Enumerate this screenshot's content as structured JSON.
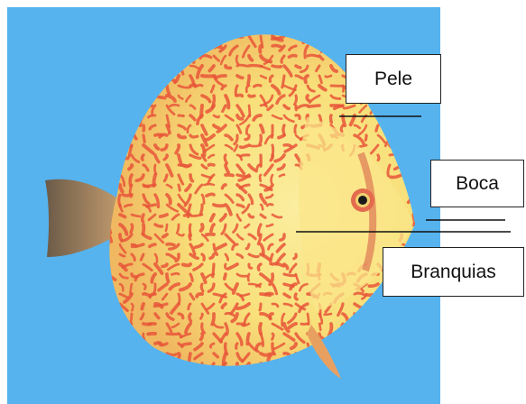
{
  "figure": {
    "background_color": "#56b3ee",
    "fish_body_color": "#f8e07a",
    "fish_pattern_color": "#e8563a",
    "labels": [
      {
        "id": "pele",
        "text": "Pele"
      },
      {
        "id": "boca",
        "text": "Boca"
      },
      {
        "id": "branquias",
        "text": "Branquias"
      }
    ]
  }
}
